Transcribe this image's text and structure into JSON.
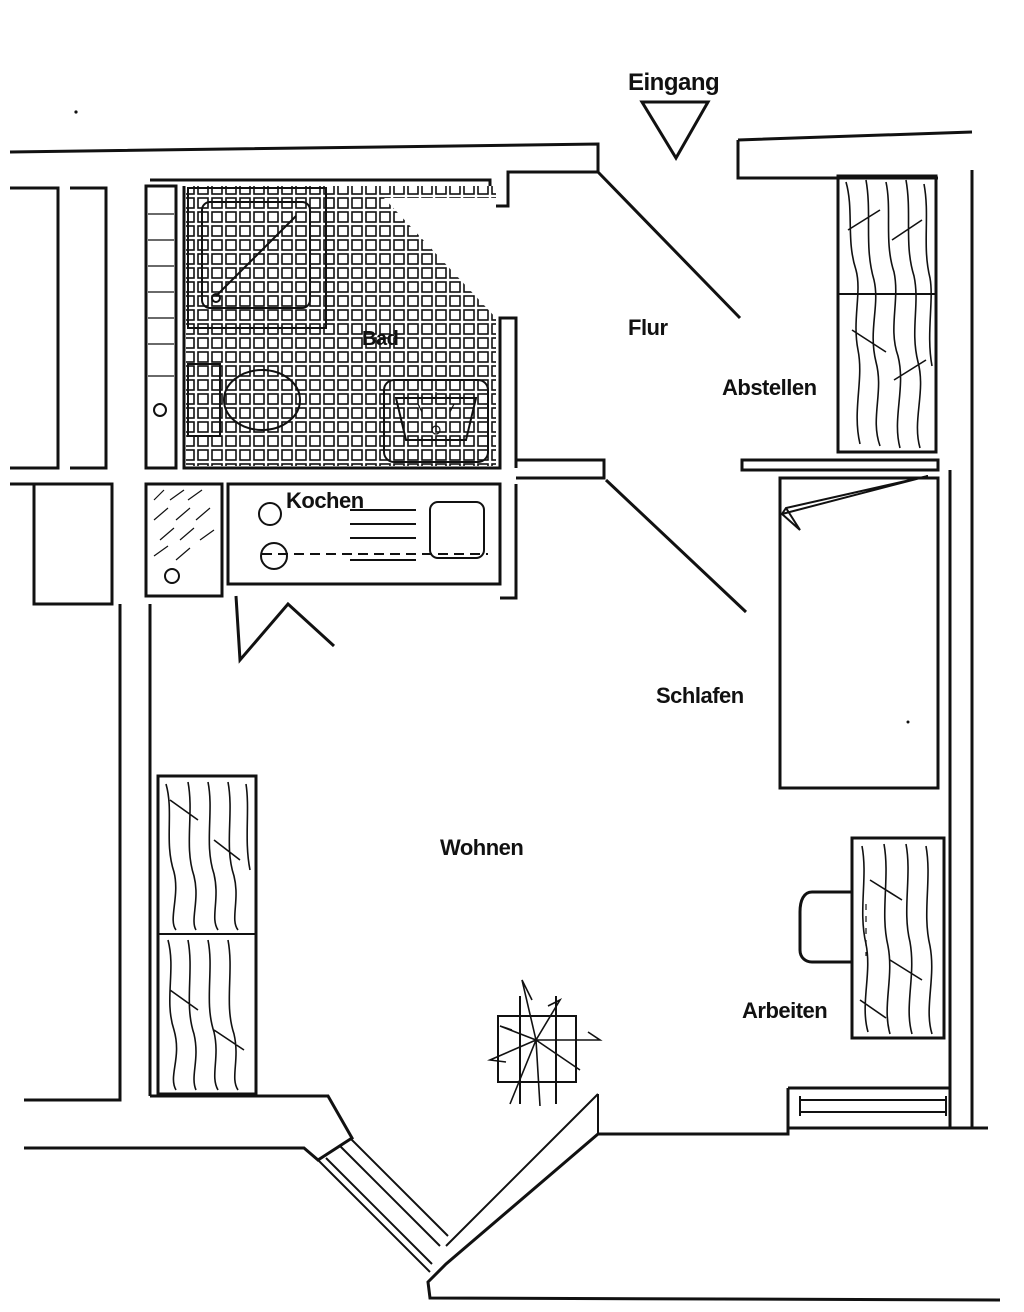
{
  "plan": {
    "entrance_label": "Eingang",
    "rooms": {
      "bath": "Bad",
      "hall": "Flur",
      "storage": "Abstellen",
      "kitchen": "Kochen",
      "sleeping": "Schlafen",
      "living": "Wohnen",
      "working": "Arbeiten"
    },
    "line_color": "#111111",
    "background_color": "#ffffff"
  }
}
